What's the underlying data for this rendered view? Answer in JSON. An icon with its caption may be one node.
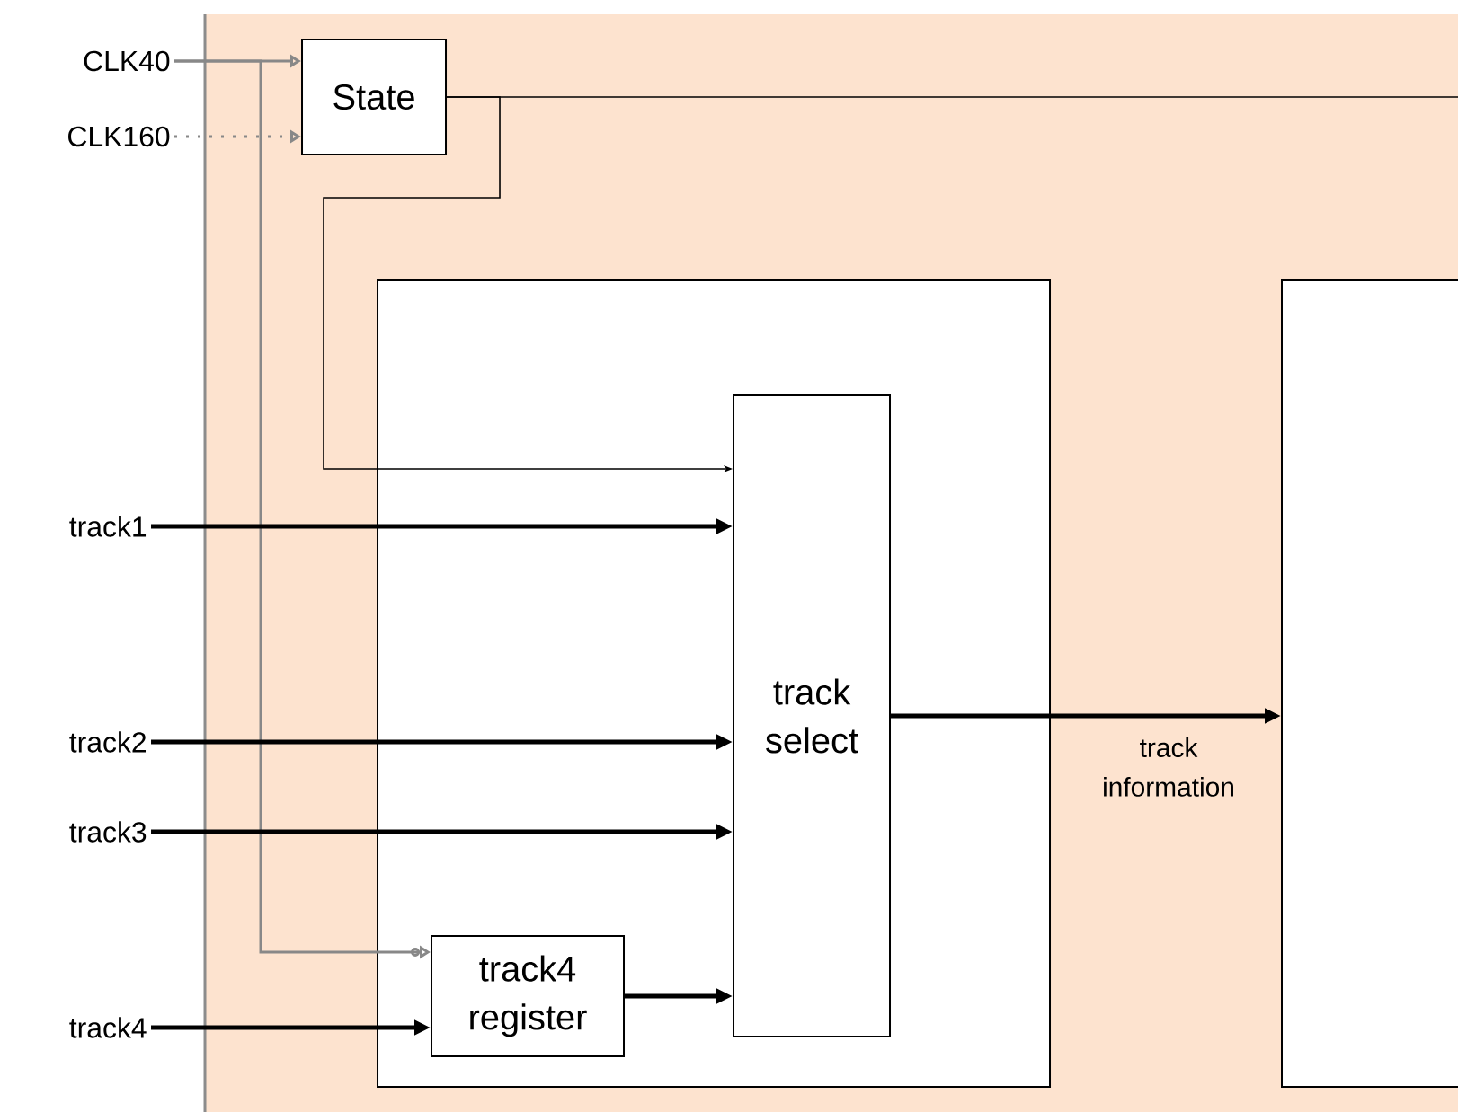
{
  "diagram": {
    "nodes": [
      {
        "text": [
          "CLK40"
        ]
      },
      {
        "text": [
          "CLK160"
        ]
      },
      {
        "text": [
          "State"
        ]
      },
      {
        "text": [],
        "shape": "box"
      },
      {
        "text": [
          "track select"
        ],
        "in": 3
      },
      {
        "text": [
          "track4 register"
        ],
        "in": 3
      },
      {
        "text": [],
        "shape": "box"
      },
      {
        "text": [
          "track1"
        ]
      },
      {
        "text": [
          "track2"
        ]
      },
      {
        "text": [
          "track3"
        ]
      },
      {
        "text": [
          "track4"
        ]
      }
    ],
    "edges": [
      {
        "from": 0,
        "to": 2,
        "arrow": "to",
        "color": "#888888"
      },
      {
        "from": 0,
        "to": 5,
        "arrow": "to",
        "color": "#888888"
      },
      {
        "from": 1,
        "to": 2,
        "arrow": "to",
        "style": "dashed",
        "color": "#888888"
      },
      {
        "from": 2,
        "to": null,
        "arrow": "none"
      },
      {
        "from": 2,
        "to": 4,
        "arrow": "to"
      },
      {
        "from": 7,
        "to": 4,
        "arrow": "to"
      },
      {
        "from": 8,
        "to": 4,
        "arrow": "to"
      },
      {
        "from": 9,
        "to": 4,
        "arrow": "to"
      },
      {
        "from": 10,
        "to": 5,
        "arrow": "to"
      },
      {
        "from": 5,
        "to": 4,
        "arrow": "to"
      },
      {
        "from": 4,
        "to": 6,
        "arrow": "to",
        "label": "track information"
      }
    ]
  }
}
